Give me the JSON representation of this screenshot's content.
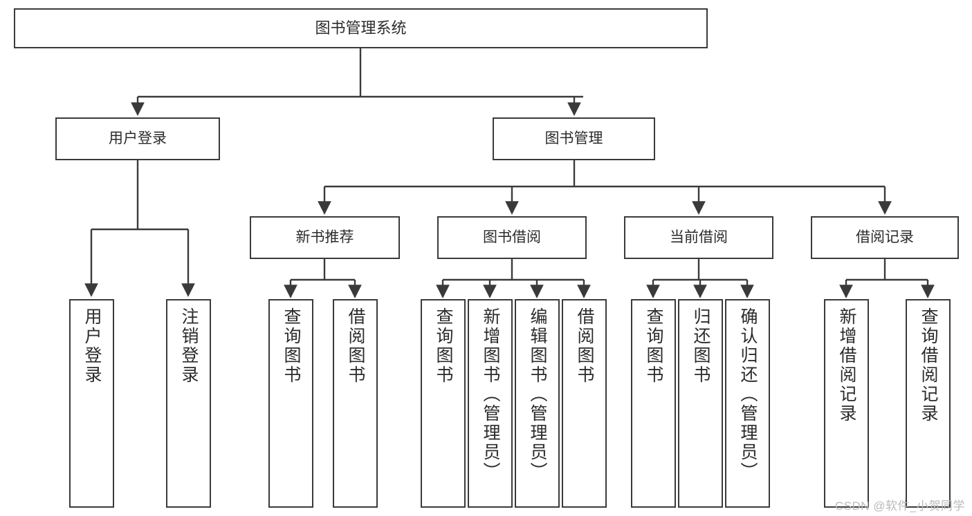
{
  "diagram": {
    "title": "图书管理系统",
    "watermark": "CSDN @软件_小贺同学",
    "stroke_color": "#3a3a3a",
    "text_color": "#2b2b2b",
    "background": "#ffffff",
    "type": "tree-hierarchy",
    "levels": 4,
    "root": {
      "label": "图书管理系统"
    },
    "level2": [
      {
        "label": "用户登录"
      },
      {
        "label": "图书管理"
      }
    ],
    "level3": [
      {
        "label": "新书推荐",
        "parent": "图书管理"
      },
      {
        "label": "图书借阅",
        "parent": "图书管理"
      },
      {
        "label": "当前借阅",
        "parent": "图书管理"
      },
      {
        "label": "借阅记录",
        "parent": "图书管理"
      }
    ],
    "leaves": [
      {
        "label": "用户登录",
        "parent": "用户登录"
      },
      {
        "label": "注销登录",
        "parent": "用户登录"
      },
      {
        "label": "查询图书",
        "parent": "新书推荐"
      },
      {
        "label": "借阅图书",
        "parent": "新书推荐"
      },
      {
        "label": "查询图书",
        "parent": "图书借阅"
      },
      {
        "label": "新增图书（管理员）",
        "parent": "图书借阅"
      },
      {
        "label": "编辑图书（管理员）",
        "parent": "图书借阅"
      },
      {
        "label": "借阅图书",
        "parent": "图书借阅"
      },
      {
        "label": "查询图书",
        "parent": "当前借阅"
      },
      {
        "label": "归还图书",
        "parent": "当前借阅"
      },
      {
        "label": "确认归还（管理员）",
        "parent": "当前借阅"
      },
      {
        "label": "新增借阅记录",
        "parent": "借阅记录"
      },
      {
        "label": "查询借阅记录",
        "parent": "借阅记录"
      }
    ]
  }
}
